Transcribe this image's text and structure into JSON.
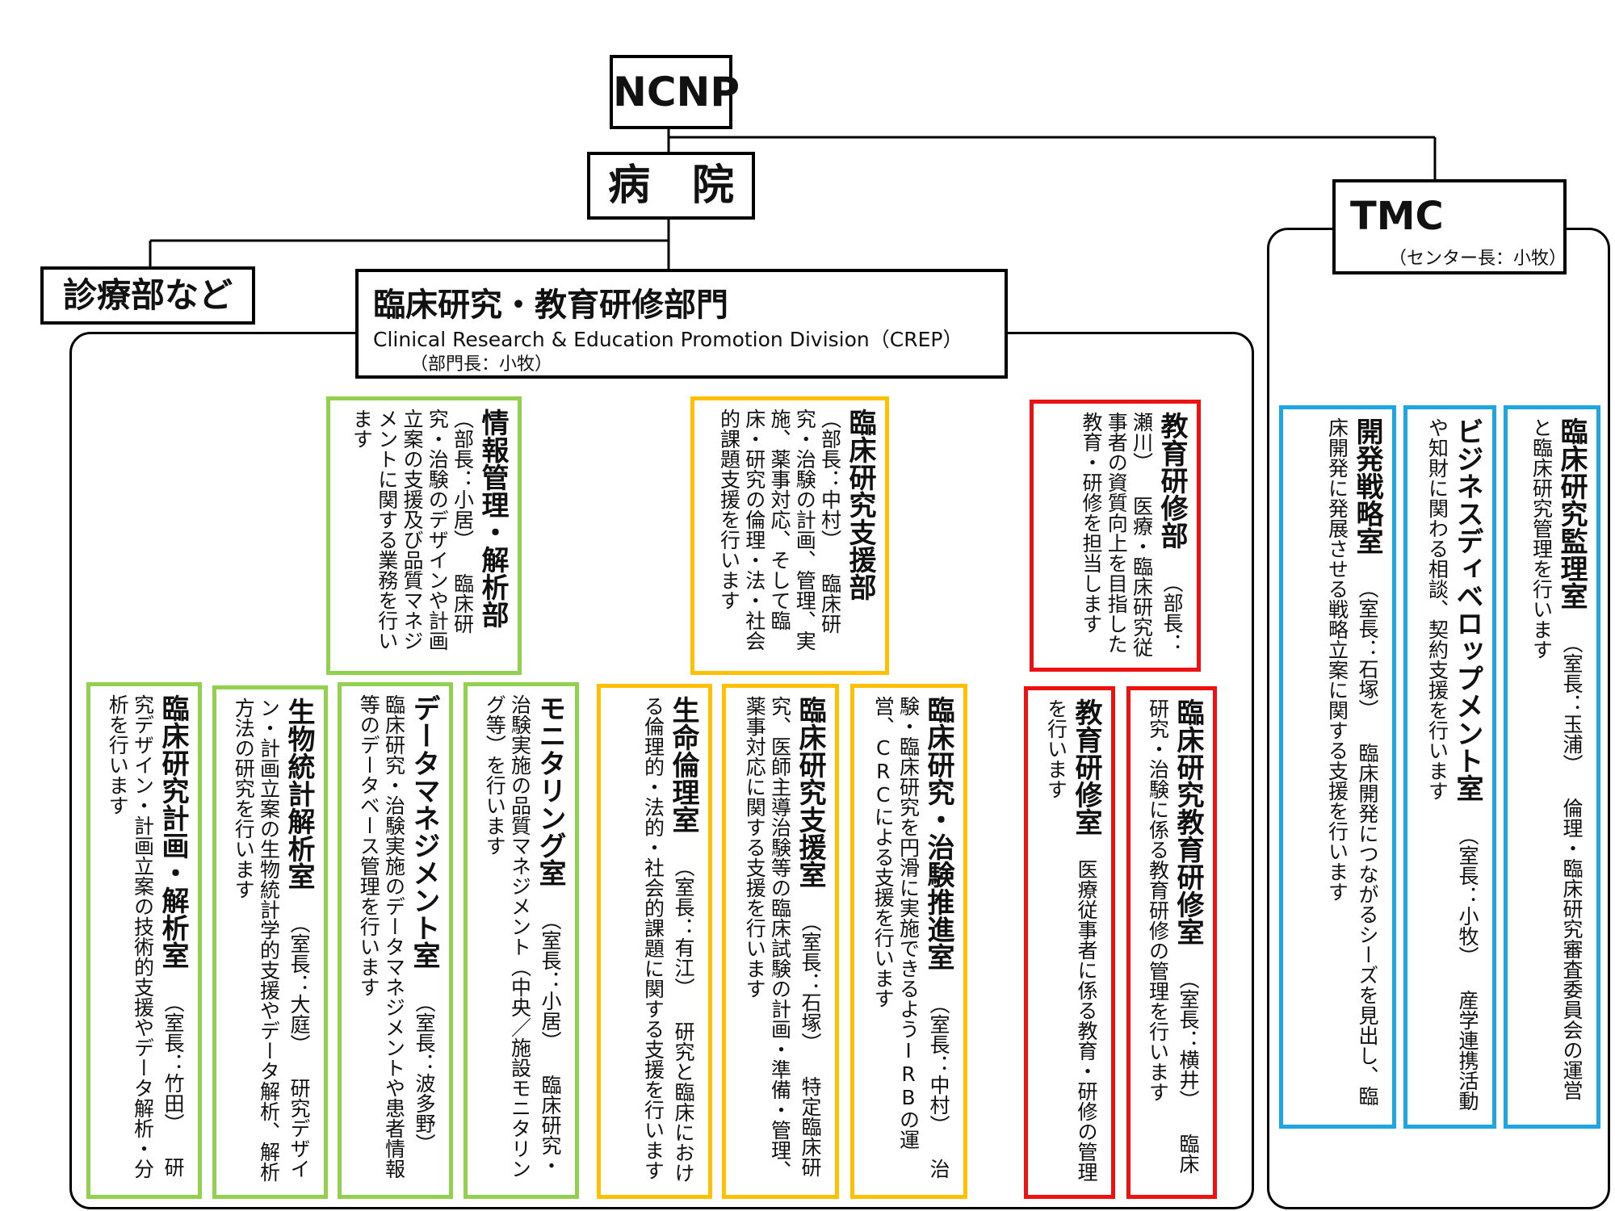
{
  "top": {
    "label": "NCNP"
  },
  "hospital": {
    "label": "病　院"
  },
  "shinryo": {
    "label": "診療部など"
  },
  "crep": {
    "title": "臨床研究・教育研修部門",
    "english": "Clinical Research & Education Promotion Division（CREP）",
    "head": "（部門長：小牧）"
  },
  "tmc": {
    "title": "TMC",
    "head": "（センター長：小牧）"
  },
  "departments": [
    {
      "title": "情報管理・解析部",
      "head": "（部長：小居）",
      "desc": "臨床研究・治験のデザインや計画立案の支援及び品質マネジメントに関する業務を行います"
    },
    {
      "title": "臨床研究支援部",
      "head": "（部長：中村）",
      "desc": "臨床研究・治験の計画、管理、実施、薬事対応、そして臨床・研究の倫理・法・社会的課題支援を行います"
    },
    {
      "title": "教育研修部",
      "head": "（部長：瀬川）",
      "desc": "医療・臨床研究従事者の資質向上を目指した教育・研修を担当します"
    }
  ],
  "tmc_rooms": [
    {
      "title": "臨床研究監理室",
      "head": "（室長：玉浦）",
      "desc": "倫理・臨床研究審査委員会の運営と臨床研究管理を行います"
    },
    {
      "title": "ビジネスディベロップメント室",
      "head": "（室長：小牧）",
      "desc": "産学連携活動や知財に関わる相談、契約支援を行います"
    },
    {
      "title": "開発戦略室",
      "head": "（室長：石塚）",
      "desc": "臨床開発につながるシーズを見出し、臨床開発に発展させる戦略立案に関する支援を行います"
    }
  ],
  "rooms": [
    {
      "title": "臨床研究計画・解析室",
      "head": "（室長：竹田）",
      "desc": "研究デザイン・計画立案の技術的支援やデータ解析・分析を行います"
    },
    {
      "title": "生物統計解析室",
      "head": "（室長：大庭）",
      "desc": "研究デザイン・計画立案の生物統計学的支援やデータ解析、解析方法の研究を行います"
    },
    {
      "title": "データマネジメント室",
      "head": "（室長：波多野）",
      "desc": "臨床研究・治験実施のデータマネジメントや患者情報等のデータベース管理を行います"
    },
    {
      "title": "モニタリング室",
      "head": "（室長：小居）",
      "desc": "臨床研究・治験実施の品質マネジメント（中央／施設モニタリング等）を行います"
    },
    {
      "title": "生命倫理室",
      "head": "（室長：有江）",
      "desc": "研究と臨床における倫理的・法的・社会的課題に関する支援を行います"
    },
    {
      "title": "臨床研究支援室",
      "head": "（室長：石塚）",
      "desc": "特定臨床研究、医師主導治験等の臨床試験の計画・準備・管理、薬事対応に関する支援を行います"
    },
    {
      "title": "臨床研究・治験推進室",
      "head": "（室長：中村）",
      "desc": "治験・臨床研究を円滑に実施できるようIRBの運営、CRCによる支援を行います"
    },
    {
      "title": "教育研修室",
      "head": "",
      "desc": "医療従事者に係る教育・研修の管理を行います"
    },
    {
      "title": "臨床研究教育研修室",
      "head": "（室長：横井）",
      "desc": "臨床研究・治験に係る教育研修の管理を行います"
    }
  ],
  "colors": {
    "green": "#92d050",
    "orange": "#ffc000",
    "red": "#ee1111",
    "blue": "#1fa6e0",
    "black": "#000000"
  }
}
